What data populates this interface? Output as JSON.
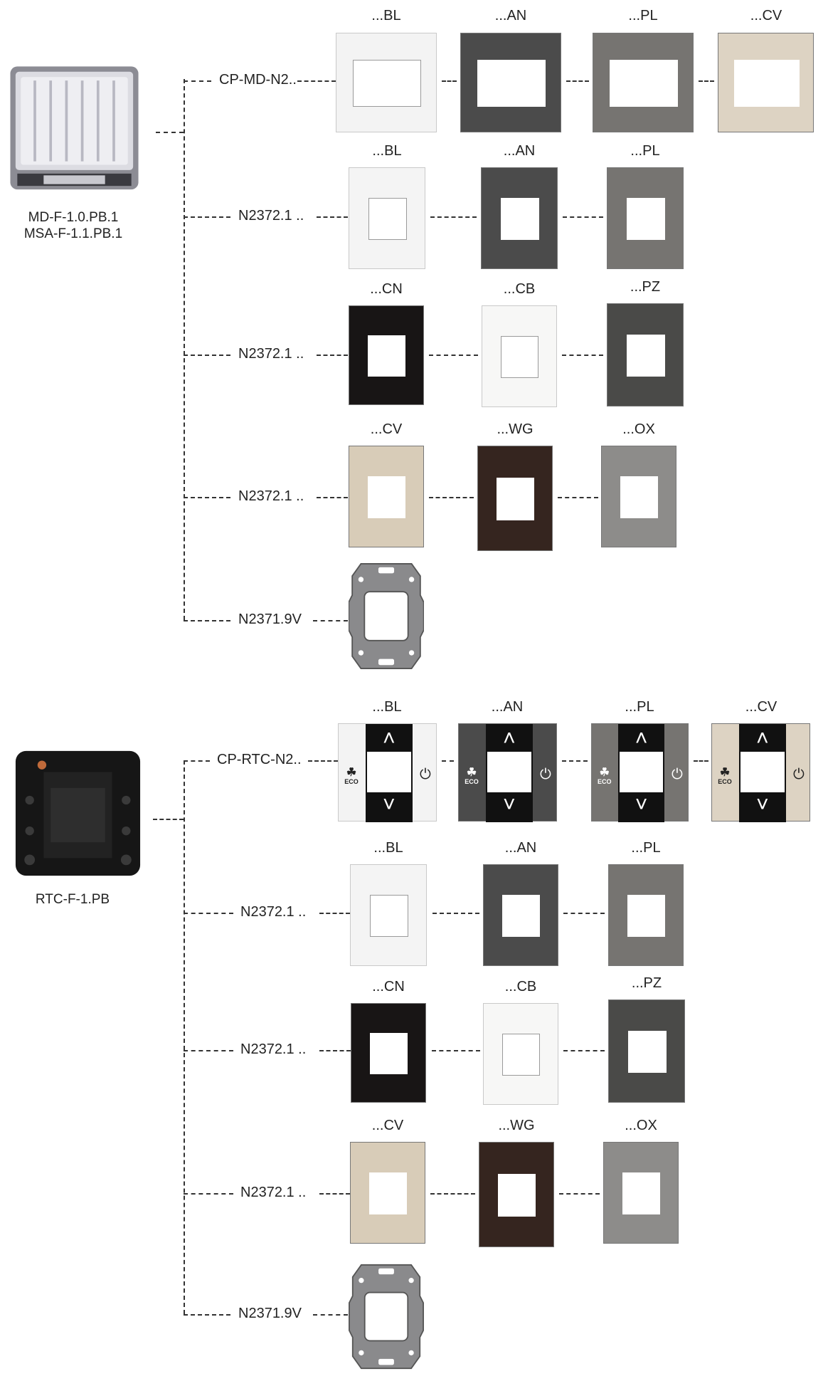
{
  "sections": [
    {
      "device": {
        "icon": "motion-sensor-icon",
        "labels": [
          "MD-F-1.0.PB.1",
          "MSA-F-1.1.PB.1"
        ]
      },
      "rows": [
        {
          "code": "CP-MD-N2..",
          "variants": [
            {
              "label": "...BL",
              "color": "#f3f3f3",
              "window": "#ffffff"
            },
            {
              "label": "...AN",
              "color": "#4b4b4b",
              "window": "#ffffff"
            },
            {
              "label": "...PL",
              "color": "#767471",
              "window": "#ffffff"
            },
            {
              "label": "...CV",
              "color": "#ddd3c3",
              "window": "#ffffff"
            }
          ]
        },
        {
          "code": "N2372.1 ..",
          "variants": [
            {
              "label": "...BL",
              "color": "#f4f4f4",
              "window": "#ffffff"
            },
            {
              "label": "...AN",
              "color": "#4b4b4b",
              "window": "#ffffff"
            },
            {
              "label": "...PL",
              "color": "#767471",
              "window": "#ffffff"
            }
          ]
        },
        {
          "code": "N2372.1 ..",
          "variants": [
            {
              "label": "...CN",
              "color": "#181515",
              "window": "#ffffff"
            },
            {
              "label": "...CB",
              "color": "#f7f7f6",
              "window": "#ffffff"
            },
            {
              "label": "...PZ",
              "color": "#4a4a48",
              "window": "#ffffff"
            }
          ]
        },
        {
          "code": "N2372.1 ..",
          "variants": [
            {
              "label": "...CV",
              "color": "#d8ccb8",
              "window": "#ffffff"
            },
            {
              "label": "...WG",
              "color": "#35251f",
              "window": "#ffffff"
            },
            {
              "label": "...OX",
              "color": "#8d8c8a",
              "window": "#ffffff"
            }
          ]
        },
        {
          "code": "N2371.9V",
          "frame": true
        }
      ]
    },
    {
      "device": {
        "icon": "thermostat-module-icon",
        "labels": [
          "RTC-F-1.PB"
        ]
      },
      "rows": [
        {
          "code": "CP-RTC-N2..",
          "thermo": true,
          "eco_text": "ECO",
          "variants": [
            {
              "label": "...BL",
              "color": "#f3f3f3"
            },
            {
              "label": "...AN",
              "color": "#4b4b4b"
            },
            {
              "label": "...PL",
              "color": "#767471"
            },
            {
              "label": "...CV",
              "color": "#ddd3c3"
            }
          ]
        },
        {
          "code": "N2372.1 ..",
          "variants": [
            {
              "label": "...BL",
              "color": "#f4f4f4",
              "window": "#ffffff"
            },
            {
              "label": "...AN",
              "color": "#4b4b4b",
              "window": "#ffffff"
            },
            {
              "label": "...PL",
              "color": "#767471",
              "window": "#ffffff"
            }
          ]
        },
        {
          "code": "N2372.1 ..",
          "variants": [
            {
              "label": "...CN",
              "color": "#181515",
              "window": "#ffffff"
            },
            {
              "label": "...CB",
              "color": "#f7f7f6",
              "window": "#ffffff"
            },
            {
              "label": "...PZ",
              "color": "#4a4a48",
              "window": "#ffffff"
            }
          ]
        },
        {
          "code": "N2372.1 ..",
          "variants": [
            {
              "label": "...CV",
              "color": "#d8ccb8",
              "window": "#ffffff"
            },
            {
              "label": "...WG",
              "color": "#35251f",
              "window": "#ffffff"
            },
            {
              "label": "...OX",
              "color": "#8d8c8a",
              "window": "#ffffff"
            }
          ]
        },
        {
          "code": "N2371.9V",
          "frame": true
        }
      ]
    }
  ]
}
